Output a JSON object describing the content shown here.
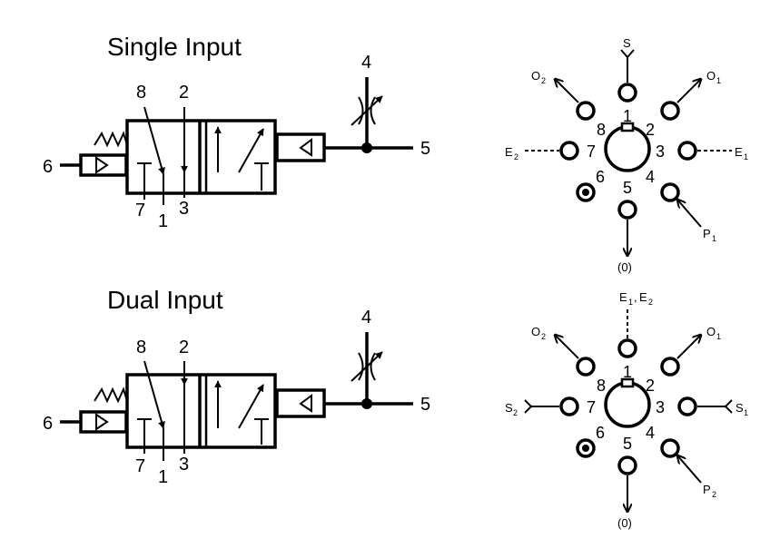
{
  "single": {
    "title": "Single Input",
    "valve": {
      "p8": "8",
      "p2": "2",
      "p7": "7",
      "p1": "1",
      "p3": "3",
      "p6": "6",
      "p4": "4",
      "p5": "5"
    },
    "port": {
      "top_label": "S",
      "n1": "1",
      "n2": "2",
      "n3": "3",
      "n4": "4",
      "n5": "5",
      "n6": "6",
      "n7": "7",
      "n8": "8",
      "o2": "O",
      "o2_sub": "2",
      "o1": "O",
      "o1_sub": "1",
      "e2": "E",
      "e2_sub": "2",
      "e1": "E",
      "e1_sub": "1",
      "p": "P",
      "p_sub": "1",
      "bottom": "(0)"
    }
  },
  "dual": {
    "title": "Dual Input",
    "valve": {
      "p8": "8",
      "p2": "2",
      "p7": "7",
      "p1": "1",
      "p3": "3",
      "p6": "6",
      "p4": "4",
      "p5": "5"
    },
    "port": {
      "top_e1": "E",
      "top_e1_sub": "1",
      "top_sep": ",",
      "top_e2": "E",
      "top_e2_sub": "2",
      "n1": "1",
      "n2": "2",
      "n3": "3",
      "n4": "4",
      "n5": "5",
      "n6": "6",
      "n7": "7",
      "n8": "8",
      "o2": "O",
      "o2_sub": "2",
      "o1": "O",
      "o1_sub": "1",
      "s2": "S",
      "s2_sub": "2",
      "s1": "S",
      "s1_sub": "1",
      "p": "P",
      "p_sub": "2",
      "bottom": "(0)"
    }
  }
}
